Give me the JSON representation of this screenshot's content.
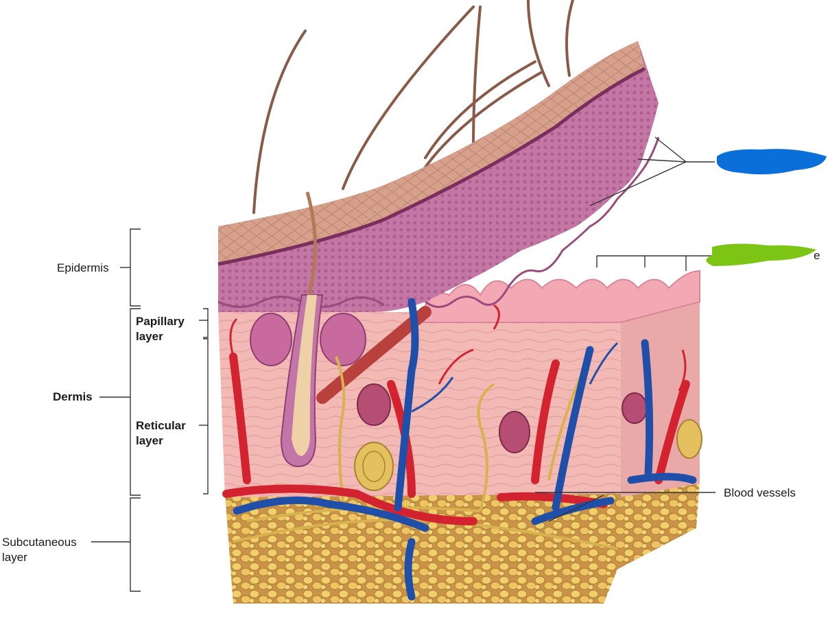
{
  "labels": {
    "epidermis": "Epidermis",
    "papillary_line1": "Papillary",
    "papillary_line2": "layer",
    "dermis": "Dermis",
    "reticular_line1": "Reticular",
    "reticular_line2": "layer",
    "subcutaneous_line1": "Subcutaneous",
    "subcutaneous_line2": "layer",
    "blood_vessels": "Blood vessels",
    "green_label_tail": "e"
  },
  "colors": {
    "hidden_label_blue": "#0a6fd8",
    "hidden_label_green": "#7cc515",
    "skin_surface": "#c98f7e",
    "epidermis": "#b06a94",
    "dermis": "#f1b8b4",
    "fat": "#e8c25b",
    "artery": "#d42330",
    "vein": "#1f4fa8"
  }
}
